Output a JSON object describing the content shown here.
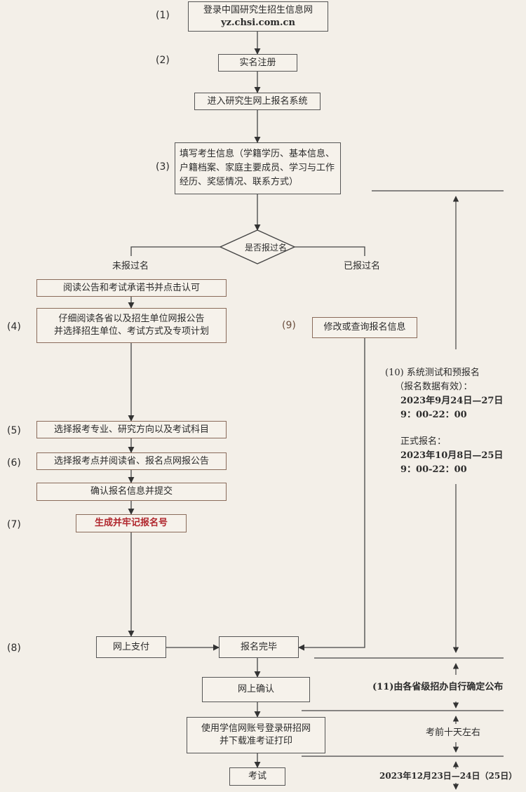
{
  "steps": {
    "n1": "(1)",
    "n2": "(2)",
    "n3": "(3)",
    "n4": "(4)",
    "n5": "(5)",
    "n6": "(6)",
    "n7": "(7)",
    "n8": "(8)",
    "n9": "(9)",
    "n10": "(10)",
    "n11": "(11)"
  },
  "boxes": {
    "login_line1": "登录中国研究生招生信息网",
    "login_line2": "yz.chsi.com.cn",
    "register": "实名注册",
    "enter_system": "进入研究生网上报名系统",
    "fill_info": "填写考生信息（学籍学历、基本信息、户籍档案、家庭主要成员、学习与工作经历、奖惩情况、联系方式）",
    "decision": "是否报过名",
    "read_notice": "阅读公告和考试承诺书并点击认可",
    "read_provinces_line1": "仔细阅读各省以及招生单位网报公告",
    "read_provinces_line2": "并选择招生单位、考试方式及专项计划",
    "choose_major": "选择报考专业、研究方向以及考试科目",
    "choose_site": "选择报考点并阅读省、报名点网报公告",
    "confirm_submit": "确认报名信息并提交",
    "generate_number": "生成并牢记报名号",
    "modify_query": "修改或查询报名信息",
    "online_pay": "网上支付",
    "done": "报名完毕",
    "online_confirm": "网上确认",
    "print_line1": "使用学信网账号登录研招网",
    "print_line2": "并下载准考证打印",
    "exam": "考试"
  },
  "branches": {
    "no": "未报过名",
    "yes": "已报过名"
  },
  "side": {
    "pre_title": "系统测试和预报名",
    "pre_sub": "（报名数据有效）：",
    "pre_date": "2023年9月24日—27日",
    "pre_time": "9：00-22：00",
    "formal_title": "正式报名：",
    "formal_date": "2023年10月8日—25日",
    "formal_time": "9：00-22：00",
    "confirm_note": "由各省级招办自行确定公布",
    "ten_days": "考前十天左右",
    "exam_date": "2023年12月23日—24日（25日）"
  }
}
